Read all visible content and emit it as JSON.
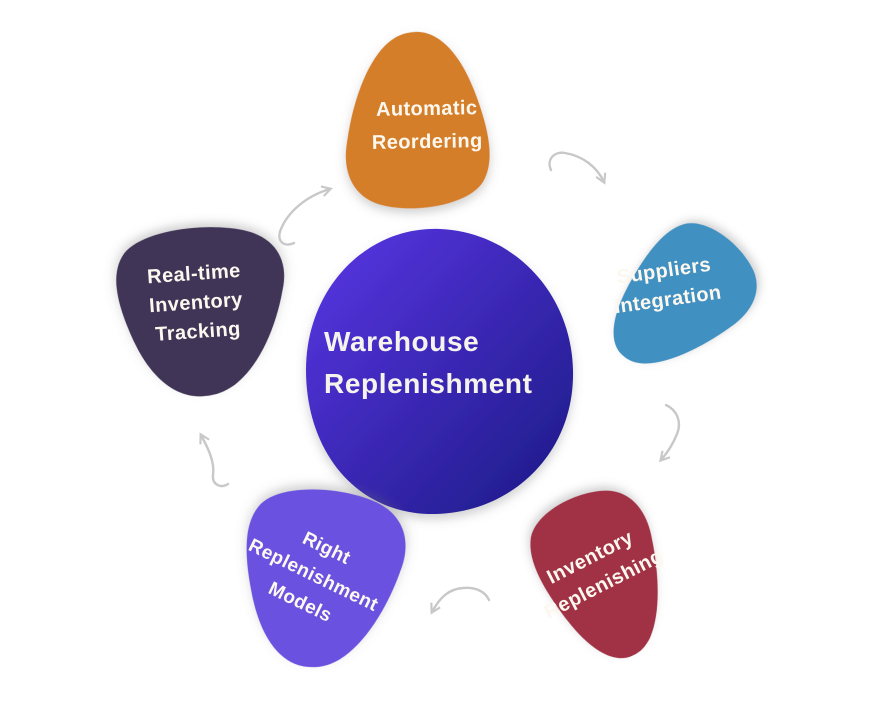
{
  "center": {
    "lines": [
      "Warehouse",
      "Replenishment"
    ],
    "gradient_start": "#5b36e6",
    "gradient_end": "#1a1a84",
    "text_color": "#f6f2ec"
  },
  "nodes": [
    {
      "name": "automatic-reordering",
      "lines": [
        "Automatic",
        "Reordering"
      ],
      "color": "#d57e2b"
    },
    {
      "name": "suppliers-integration",
      "lines": [
        "Suppliers",
        "Integration"
      ],
      "color": "#4190c1"
    },
    {
      "name": "inventory-replenishing",
      "lines": [
        "Inventory",
        "Replenishing"
      ],
      "color": "#a13244"
    },
    {
      "name": "right-replenishment-models",
      "lines": [
        "Right",
        "Replenishment",
        "Models"
      ],
      "color": "#6b51df"
    },
    {
      "name": "real-time-inventory-tracking",
      "lines": [
        "Real-time",
        "Inventory",
        "Tracking"
      ],
      "color": "#413457"
    }
  ],
  "arrows": {
    "color": "#c8c8c8",
    "items": [
      {
        "name": "arrow-tracking-to-reordering"
      },
      {
        "name": "arrow-reordering-to-suppliers"
      },
      {
        "name": "arrow-suppliers-to-replenishing"
      },
      {
        "name": "arrow-replenishing-to-models"
      },
      {
        "name": "arrow-models-to-tracking"
      }
    ]
  },
  "label_text_color": "#fcf8ef"
}
